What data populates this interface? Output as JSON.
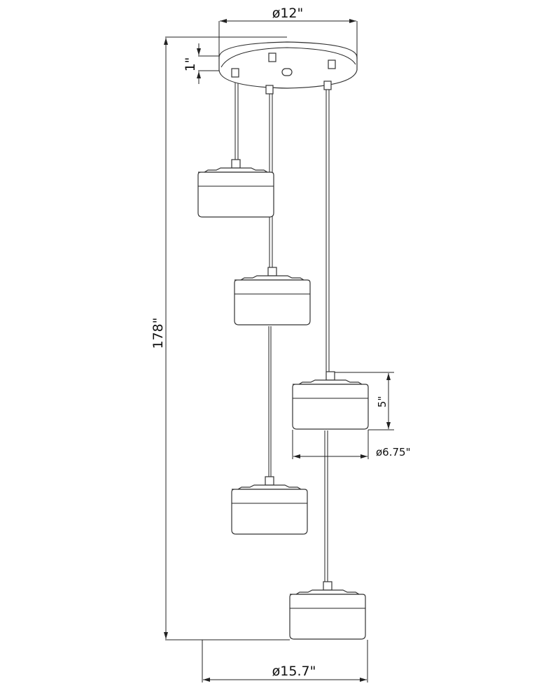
{
  "title": "Multi-light pendant dimension drawing",
  "dimensions": {
    "canopy_diameter": "ø12\"",
    "canopy_height": "1\"",
    "overall_height": "178\"",
    "shade_height": "5\"",
    "shade_diameter": "ø6.75\"",
    "overall_diameter": "ø15.7\""
  },
  "pendant_count": 5
}
